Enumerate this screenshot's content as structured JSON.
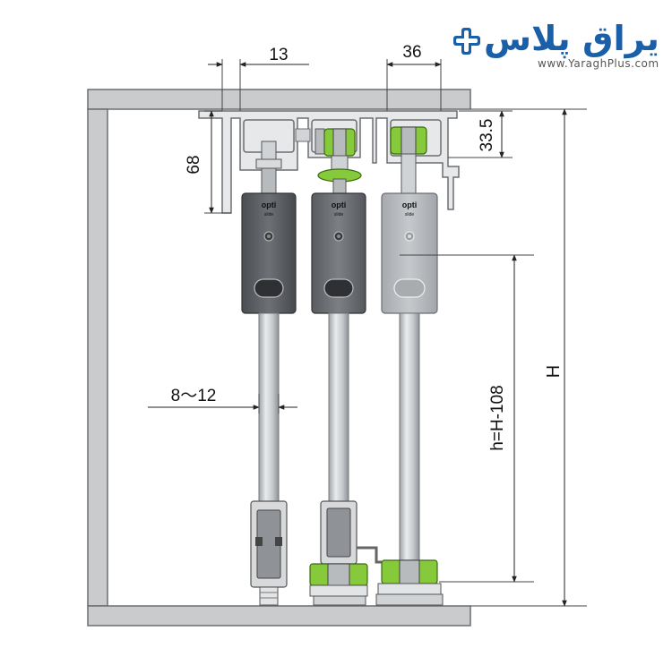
{
  "logo": {
    "brand_fa": "یراق پلاس",
    "url": "www.YaraghPlus.com",
    "primary_color": "#1a5fa8",
    "accent_color": "#e05a1c"
  },
  "dimensions": {
    "top_offset": "13",
    "rail_width": "36",
    "rail_height": "33.5",
    "hanger_height": "68",
    "door_thickness": "8～12",
    "door_height_formula": "h=H-108",
    "total_height": "H"
  },
  "hardware": {
    "brand_label": "opti",
    "brand_sub": "slide",
    "accent_color": "#86c93a"
  }
}
